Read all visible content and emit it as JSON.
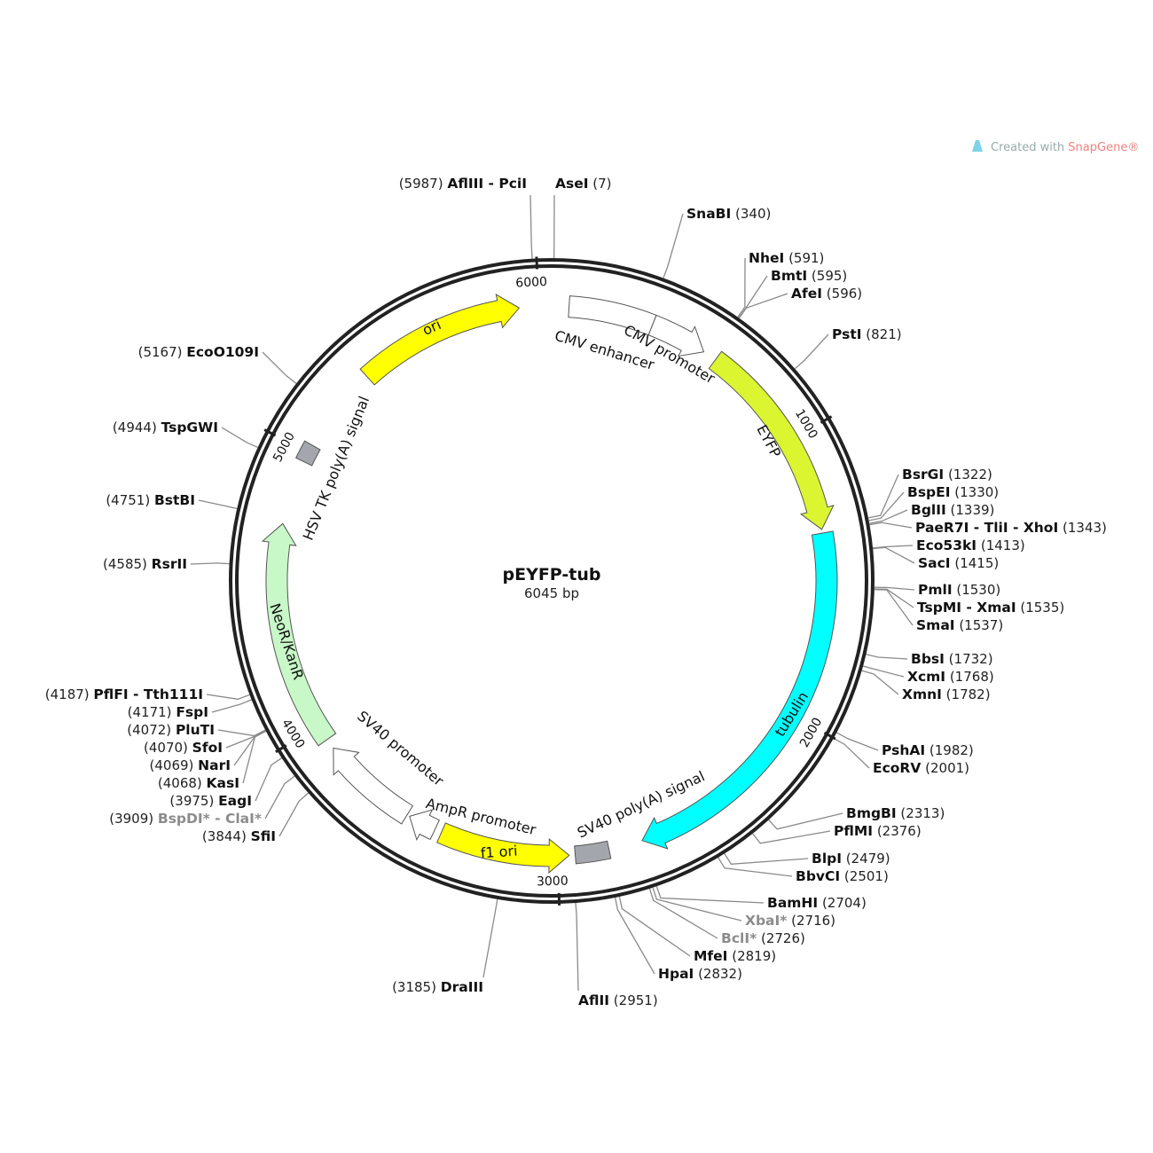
{
  "plasmid": {
    "name": "pEYFP-tub",
    "length_label": "6045 bp",
    "length": 6045
  },
  "branding": {
    "prefix": "Created with ",
    "product": "SnapGene",
    "mark": "®"
  },
  "ticks": [
    {
      "value": 1000,
      "label": "1000"
    },
    {
      "value": 2000,
      "label": "2000"
    },
    {
      "value": 3000,
      "label": "3000"
    },
    {
      "value": 4000,
      "label": "4000"
    },
    {
      "value": 5000,
      "label": "5000"
    },
    {
      "value": 6000,
      "label": "6000"
    }
  ],
  "features": [
    {
      "name": "CMV enhancer",
      "start": 61,
      "end": 361,
      "direction": "none",
      "color": "#ffffff"
    },
    {
      "name": "CMV promoter",
      "start": 361,
      "end": 564,
      "direction": "forward",
      "color": "#ffffff"
    },
    {
      "name": "EYFP",
      "start": 613,
      "end": 1330,
      "direction": "forward",
      "color": "#dbf531"
    },
    {
      "name": "tubulin",
      "start": 1343,
      "end": 2700,
      "direction": "forward",
      "color": "#00ffff"
    },
    {
      "name": "SV40 poly(A) signal",
      "start": 2820,
      "end": 2940,
      "direction": "none",
      "color": "#a3a6ad"
    },
    {
      "name": "f1 ori",
      "start": 2961,
      "end": 3420,
      "direction": "reverse",
      "color": "#ffff00"
    },
    {
      "name": "AmpR promoter",
      "start": 3445,
      "end": 3545,
      "direction": "forward",
      "color": "#ffffff"
    },
    {
      "name": "SV40 promoter",
      "start": 3555,
      "end": 3905,
      "direction": "forward",
      "color": "#ffffff"
    },
    {
      "name": "NeoR/KanR",
      "start": 3942,
      "end": 4736,
      "direction": "forward",
      "color": "#c8f7c8"
    },
    {
      "name": "HSV TK poly(A) signal",
      "start": 4965,
      "end": 5030,
      "direction": "none",
      "color": "#a3a6ad"
    },
    {
      "name": "ori",
      "start": 5338,
      "end": 5931,
      "direction": "forward",
      "color": "#ffff00"
    }
  ],
  "enzymes": [
    {
      "name": "AseI",
      "position": "7",
      "pos": 7,
      "gray": false
    },
    {
      "name": "SnaBI",
      "position": "340",
      "pos": 340,
      "gray": false
    },
    {
      "name": "NheI",
      "position": "591",
      "pos": 591,
      "gray": false
    },
    {
      "name": "BmtI",
      "position": "595",
      "pos": 595,
      "gray": false
    },
    {
      "name": "AfeI",
      "position": "596",
      "pos": 596,
      "gray": false
    },
    {
      "name": "PstI",
      "position": "821",
      "pos": 821,
      "gray": false
    },
    {
      "name": "BsrGI",
      "position": "1322",
      "pos": 1322,
      "gray": false
    },
    {
      "name": "BspEI",
      "position": "1330",
      "pos": 1330,
      "gray": false
    },
    {
      "name": "BglII",
      "position": "1339",
      "pos": 1339,
      "gray": false
    },
    {
      "name": "PaeR7I - TliI - XhoI",
      "position": "1343",
      "pos": 1343,
      "gray": false
    },
    {
      "name": "Eco53kI",
      "position": "1413",
      "pos": 1413,
      "gray": false
    },
    {
      "name": "SacI",
      "position": "1415",
      "pos": 1415,
      "gray": false
    },
    {
      "name": "PmlI",
      "position": "1530",
      "pos": 1530,
      "gray": false
    },
    {
      "name": "TspMI - XmaI",
      "position": "1535",
      "pos": 1535,
      "gray": false
    },
    {
      "name": "SmaI",
      "position": "1537",
      "pos": 1537,
      "gray": false
    },
    {
      "name": "BbsI",
      "position": "1732",
      "pos": 1732,
      "gray": false
    },
    {
      "name": "XcmI",
      "position": "1768",
      "pos": 1768,
      "gray": false
    },
    {
      "name": "XmnI",
      "position": "1782",
      "pos": 1782,
      "gray": false
    },
    {
      "name": "PshAI",
      "position": "1982",
      "pos": 1982,
      "gray": false
    },
    {
      "name": "EcoRV",
      "position": "2001",
      "pos": 2001,
      "gray": false
    },
    {
      "name": "BmgBI",
      "position": "2313",
      "pos": 2313,
      "gray": false
    },
    {
      "name": "PflMI",
      "position": "2376",
      "pos": 2376,
      "gray": false
    },
    {
      "name": "BlpI",
      "position": "2479",
      "pos": 2479,
      "gray": false
    },
    {
      "name": "BbvCI",
      "position": "2501",
      "pos": 2501,
      "gray": false
    },
    {
      "name": "BamHI",
      "position": "2704",
      "pos": 2704,
      "gray": false
    },
    {
      "name": "XbaI*",
      "position": "2716",
      "pos": 2716,
      "gray": true
    },
    {
      "name": "BclI*",
      "position": "2726",
      "pos": 2726,
      "gray": true
    },
    {
      "name": "MfeI",
      "position": "2819",
      "pos": 2819,
      "gray": false
    },
    {
      "name": "HpaI",
      "position": "2832",
      "pos": 2832,
      "gray": false
    },
    {
      "name": "AflII",
      "position": "2951",
      "pos": 2951,
      "gray": false
    },
    {
      "name": "DraIII",
      "position": "3185",
      "pos": 3185,
      "gray": false
    },
    {
      "name": "SfiI",
      "position": "3844",
      "pos": 3844,
      "gray": false
    },
    {
      "name": "BspDI* - ClaI*",
      "position": "3909",
      "pos": 3909,
      "gray": true
    },
    {
      "name": "EagI",
      "position": "3975",
      "pos": 3975,
      "gray": false
    },
    {
      "name": "KasI",
      "position": "4068",
      "pos": 4068,
      "gray": false
    },
    {
      "name": "NarI",
      "position": "4069",
      "pos": 4069,
      "gray": false
    },
    {
      "name": "SfoI",
      "position": "4070",
      "pos": 4070,
      "gray": false
    },
    {
      "name": "PluTI",
      "position": "4072",
      "pos": 4072,
      "gray": false
    },
    {
      "name": "FspI",
      "position": "4171",
      "pos": 4171,
      "gray": false
    },
    {
      "name": "PflFI - Tth111I",
      "position": "4187",
      "pos": 4187,
      "gray": false
    },
    {
      "name": "RsrII",
      "position": "4585",
      "pos": 4585,
      "gray": false
    },
    {
      "name": "BstBI",
      "position": "4751",
      "pos": 4751,
      "gray": false
    },
    {
      "name": "TspGWI",
      "position": "4944",
      "pos": 4944,
      "gray": false
    },
    {
      "name": "EcoO109I",
      "position": "5167",
      "pos": 5167,
      "gray": false
    },
    {
      "name": "AflIII - PciI",
      "position": "5987",
      "pos": 5987,
      "gray": false
    }
  ]
}
